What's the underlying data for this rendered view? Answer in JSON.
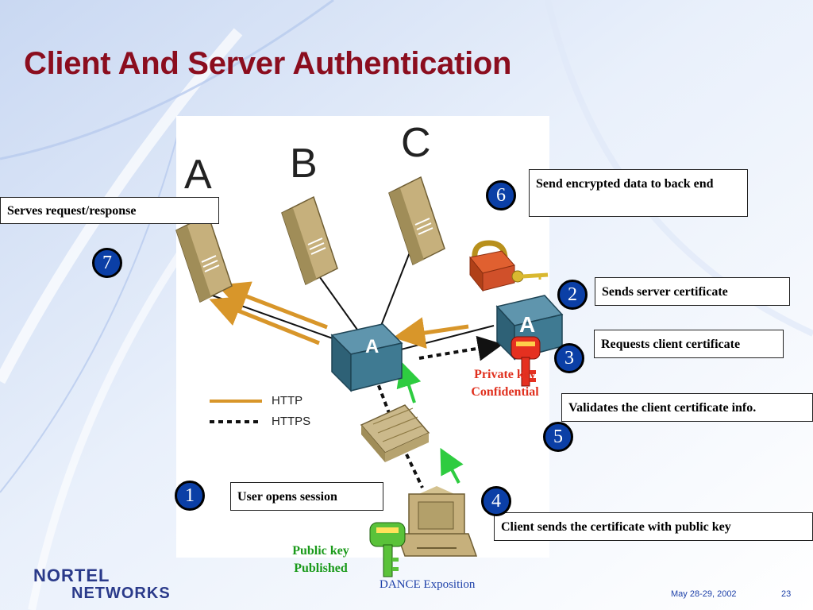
{
  "slide": {
    "title": "Client And Server Authentication",
    "servers": [
      "A",
      "B",
      "C"
    ],
    "legend": {
      "http": "HTTP",
      "https": "HTTPS"
    },
    "steps": [
      {
        "number": "1",
        "text": "User opens session"
      },
      {
        "number": "2",
        "text": "Sends server certificate"
      },
      {
        "number": "3",
        "text": "Requests client certificate"
      },
      {
        "number": "4",
        "text": "Client sends the certificate with public key"
      },
      {
        "number": "5",
        "text": "Validates the client certificate info."
      },
      {
        "number": "6",
        "text": "Send encrypted data to back end"
      },
      {
        "number": "7",
        "text": "Serves request/response"
      }
    ],
    "private_key": {
      "line1": "Private key",
      "line2": "Confidential"
    },
    "public_key": {
      "line1": "Public key",
      "line2": "Published"
    }
  },
  "footer": {
    "logo_line1": "NORTEL",
    "logo_line2": "NETWORKS",
    "center": "DANCE Exposition",
    "date": "May 28-29,  2002",
    "page": "23"
  },
  "colors": {
    "title": "#8b0d1e",
    "step_circle": "#0b3fa6",
    "http_line": "#d8962a",
    "private_key": "#e0301e",
    "public_key": "#1a9a1a"
  }
}
